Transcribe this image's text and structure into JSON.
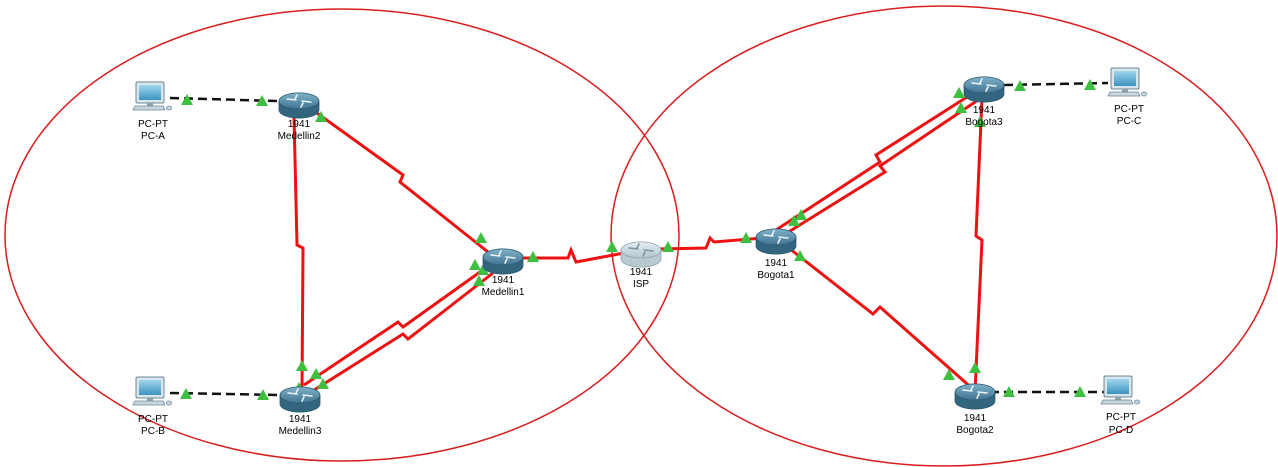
{
  "colors": {
    "serial_link": "#ee1111",
    "ethernet_link": "#111111",
    "port_up": "#3fbf3f",
    "area_outline": "#d81e1e",
    "router_body": "#5b8fa8",
    "isp_router_body": "#c9d7df"
  },
  "areas": [
    {
      "name": "medellin-area"
    },
    {
      "name": "bogota-area"
    }
  ],
  "devices": {
    "pc_a": {
      "icon": "pc-icon",
      "model": "PC-PT",
      "name": "PC-A"
    },
    "pc_b": {
      "icon": "pc-icon",
      "model": "PC-PT",
      "name": "PC-B"
    },
    "pc_c": {
      "icon": "pc-icon",
      "model": "PC-PT",
      "name": "PC-C"
    },
    "pc_d": {
      "icon": "pc-icon",
      "model": "PC-PT",
      "name": "PC-D"
    },
    "medellin1": {
      "icon": "router-icon",
      "model": "1941",
      "name": "Medellin1"
    },
    "medellin2": {
      "icon": "router-icon",
      "model": "1941",
      "name": "Medellin2"
    },
    "medellin3": {
      "icon": "router-icon",
      "model": "1941",
      "name": "Medellin3"
    },
    "isp": {
      "icon": "router-icon",
      "model": "1941",
      "name": "ISP"
    },
    "bogota1": {
      "icon": "router-icon",
      "model": "1941",
      "name": "Bogota1"
    },
    "bogota2": {
      "icon": "router-icon",
      "model": "1941",
      "name": "Bogota2"
    },
    "bogota3": {
      "icon": "router-icon",
      "model": "1941",
      "name": "Bogota3"
    }
  },
  "links": [
    {
      "from": "pc_a",
      "to": "medellin2",
      "type": "ethernet"
    },
    {
      "from": "pc_b",
      "to": "medellin3",
      "type": "ethernet"
    },
    {
      "from": "pc_c",
      "to": "bogota3",
      "type": "ethernet"
    },
    {
      "from": "pc_d",
      "to": "bogota2",
      "type": "ethernet"
    },
    {
      "from": "medellin2",
      "to": "medellin1",
      "type": "serial"
    },
    {
      "from": "medellin2",
      "to": "medellin3",
      "type": "serial"
    },
    {
      "from": "medellin3",
      "to": "medellin1",
      "type": "serial"
    },
    {
      "from": "medellin3",
      "to": "medellin1",
      "type": "serial"
    },
    {
      "from": "medellin1",
      "to": "isp",
      "type": "serial"
    },
    {
      "from": "isp",
      "to": "bogota1",
      "type": "serial"
    },
    {
      "from": "bogota1",
      "to": "bogota3",
      "type": "serial"
    },
    {
      "from": "bogota1",
      "to": "bogota3",
      "type": "serial"
    },
    {
      "from": "bogota1",
      "to": "bogota2",
      "type": "serial"
    },
    {
      "from": "bogota3",
      "to": "bogota2",
      "type": "serial"
    }
  ]
}
